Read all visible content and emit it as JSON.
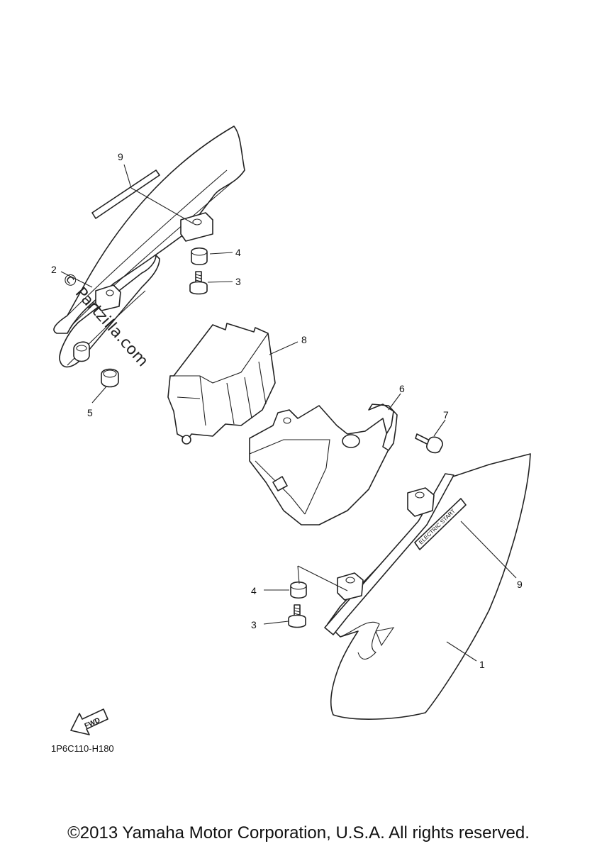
{
  "callouts": {
    "p9_top": "9",
    "p4_top": "4",
    "p2": "2",
    "p3_top": "3",
    "p8": "8",
    "p5": "5",
    "p6": "6",
    "p7": "7",
    "p9_right": "9",
    "p4_bottom": "4",
    "p3_bottom": "3",
    "p1": "1"
  },
  "fwd_label": "FWD",
  "decal_text": "ELECTRIC START",
  "diagram_code": "1P6C110-H180",
  "watermark": "© Partzilla.com",
  "copyright": "©2013 Yamaha Motor Corporation, U.S.A. All rights reserved."
}
